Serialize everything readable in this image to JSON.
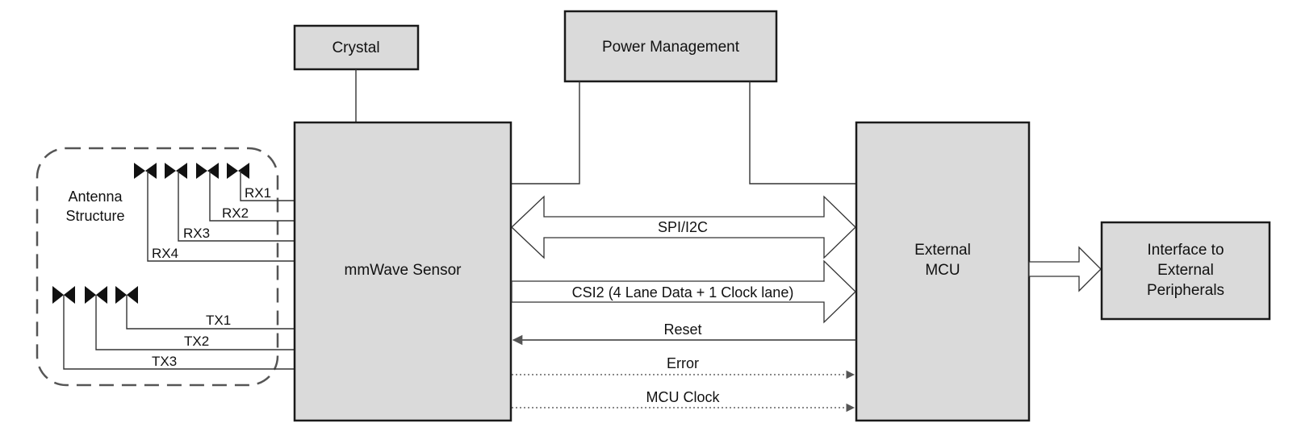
{
  "blocks": {
    "crystal": "Crystal",
    "power_management": "Power Management",
    "mmwave_sensor": "mmWave Sensor",
    "external_mcu": [
      "External",
      "MCU"
    ],
    "interface": [
      "Interface to",
      "External",
      "Peripherals"
    ]
  },
  "antenna": {
    "title": [
      "Antenna",
      "Structure"
    ],
    "rx": [
      "RX1",
      "RX2",
      "RX3",
      "RX4"
    ],
    "tx": [
      "TX1",
      "TX2",
      "TX3"
    ]
  },
  "links": {
    "spi_i2c": "SPI/I2C",
    "csi2": "CSI2 (4 Lane Data + 1 Clock lane)",
    "reset": "Reset",
    "error": "Error",
    "mcu_clock": "MCU Clock"
  }
}
